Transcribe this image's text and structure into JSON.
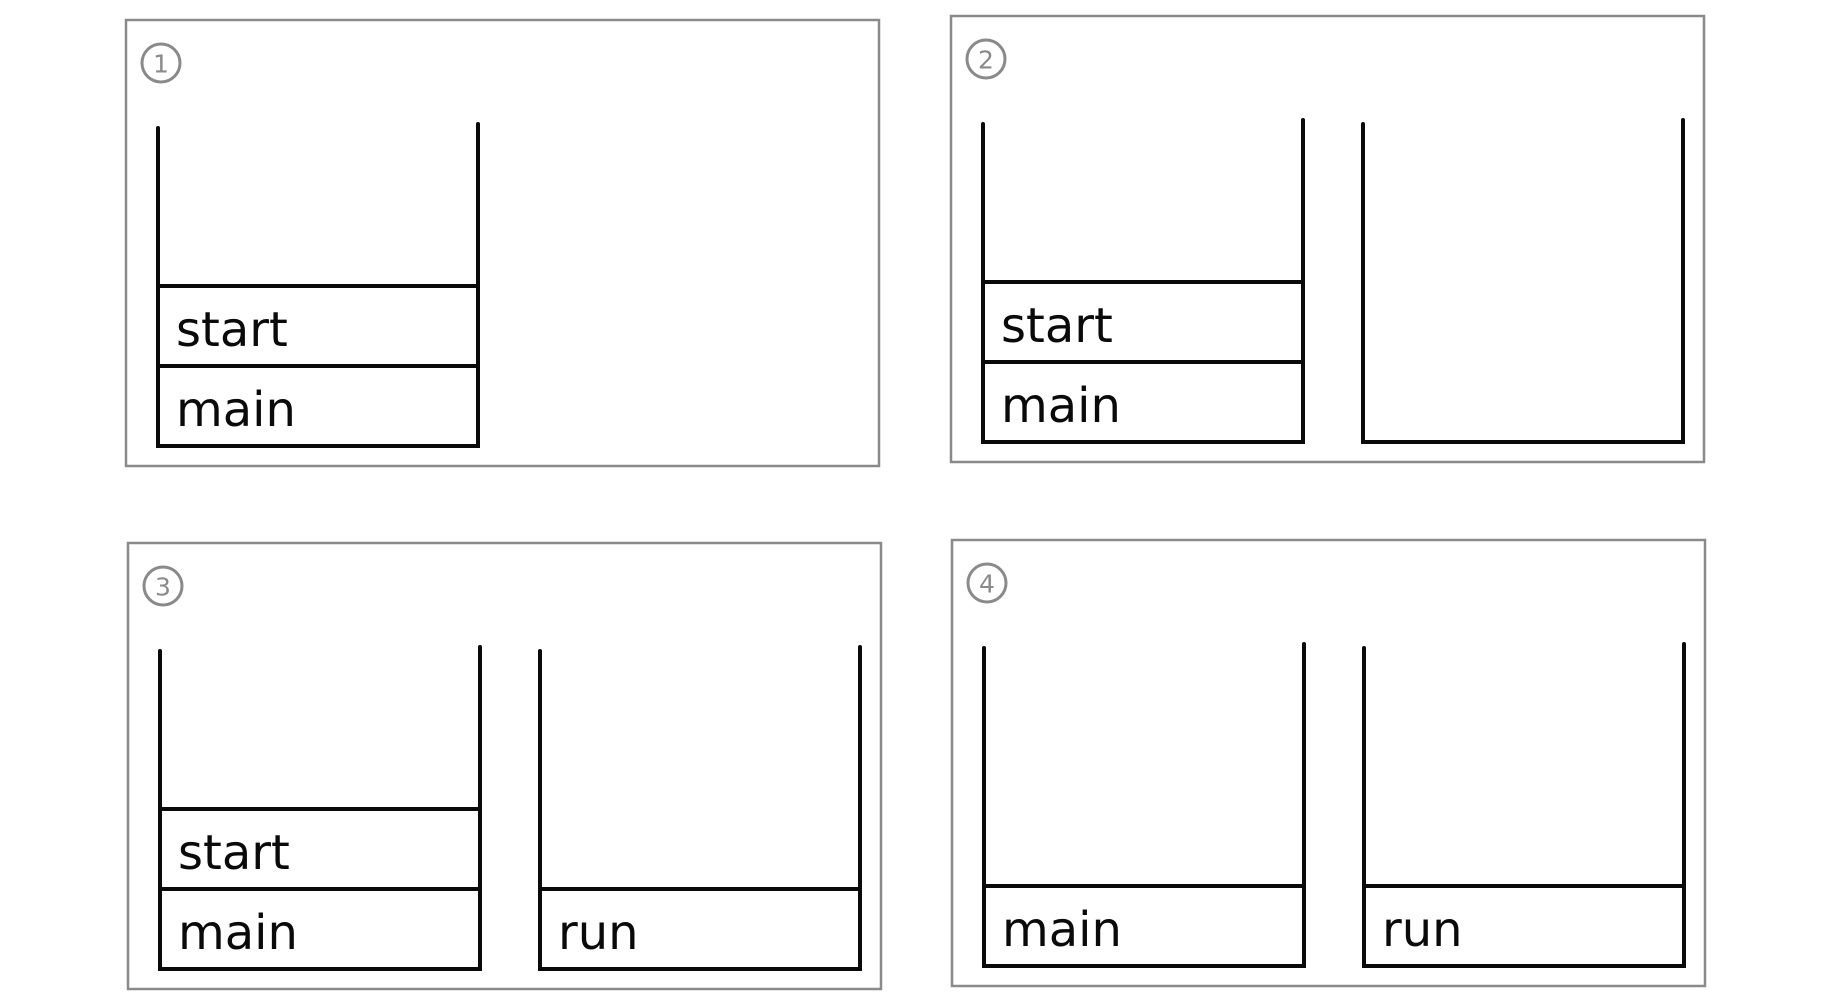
{
  "colors": {
    "panel_border": "#8a8a8a",
    "stack_ink": "#0a0a0a",
    "background": "#ffffff"
  },
  "panels": [
    {
      "number": "1",
      "stacks": [
        {
          "frames": [
            "start",
            "main"
          ]
        }
      ]
    },
    {
      "number": "2",
      "stacks": [
        {
          "frames": [
            "start",
            "main"
          ]
        },
        {
          "frames": []
        }
      ]
    },
    {
      "number": "3",
      "stacks": [
        {
          "frames": [
            "start",
            "main"
          ]
        },
        {
          "frames": [
            "run"
          ]
        }
      ]
    },
    {
      "number": "4",
      "stacks": [
        {
          "frames": [
            "main"
          ]
        },
        {
          "frames": [
            "run"
          ]
        }
      ]
    }
  ]
}
